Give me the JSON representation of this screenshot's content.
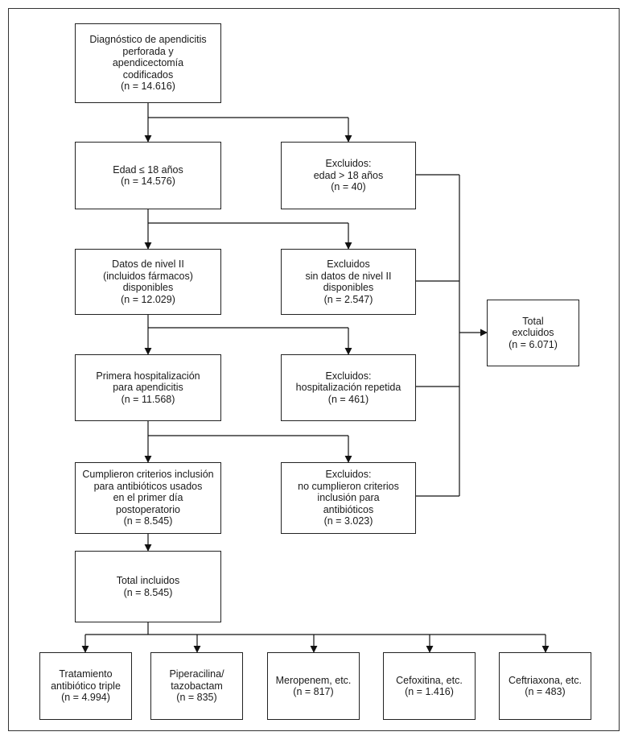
{
  "flowchart": {
    "main": [
      {
        "id": "start",
        "text": "Diagnóstico de apendicitis\nperforada y\napendicectomía\ncodificados\n(n = 14.616)"
      },
      {
        "id": "age",
        "text": "Edad ≤ 18 años\n(n = 14.576)"
      },
      {
        "id": "level2",
        "text": "Datos de nivel II\n(incluidos fármacos)\ndisponibles\n(n = 12.029)"
      },
      {
        "id": "first",
        "text": "Primera hospitalización\npara apendicitis\n(n = 11.568)"
      },
      {
        "id": "criteria",
        "text": "Cumplieron criterios inclusión\npara antibióticos usados\nen el primer día\npostoperatorio\n(n = 8.545)"
      },
      {
        "id": "included",
        "text": "Total incluidos\n(n = 8.545)"
      }
    ],
    "excluded": [
      {
        "id": "ex-age",
        "text": "Excluidos:\nedad > 18 años\n(n = 40)"
      },
      {
        "id": "ex-level2",
        "text": "Excluidos\nsin datos de nivel II\ndisponibles\n(n = 2.547)"
      },
      {
        "id": "ex-repeat",
        "text": "Excluidos:\nhospitalización repetida\n(n = 461)"
      },
      {
        "id": "ex-criteria",
        "text": "Excluidos:\nno cumplieron criterios\ninclusión para\nantibióticos\n(n = 3.023)"
      }
    ],
    "total_excluded": {
      "text": "Total\nexcluidos\n(n = 6.071)"
    },
    "treatments": [
      {
        "id": "triple",
        "text": "Tratamiento\nantibiótico triple\n(n = 4.994)"
      },
      {
        "id": "pip",
        "text": "Piperacilina/\ntazobactam\n(n = 835)"
      },
      {
        "id": "mero",
        "text": "Meropenem, etc.\n(n = 817)"
      },
      {
        "id": "cefox",
        "text": "Cefoxitina, etc.\n(n = 1.416)"
      },
      {
        "id": "ceftri",
        "text": "Ceftriaxona, etc.\n(n = 483)"
      }
    ]
  }
}
